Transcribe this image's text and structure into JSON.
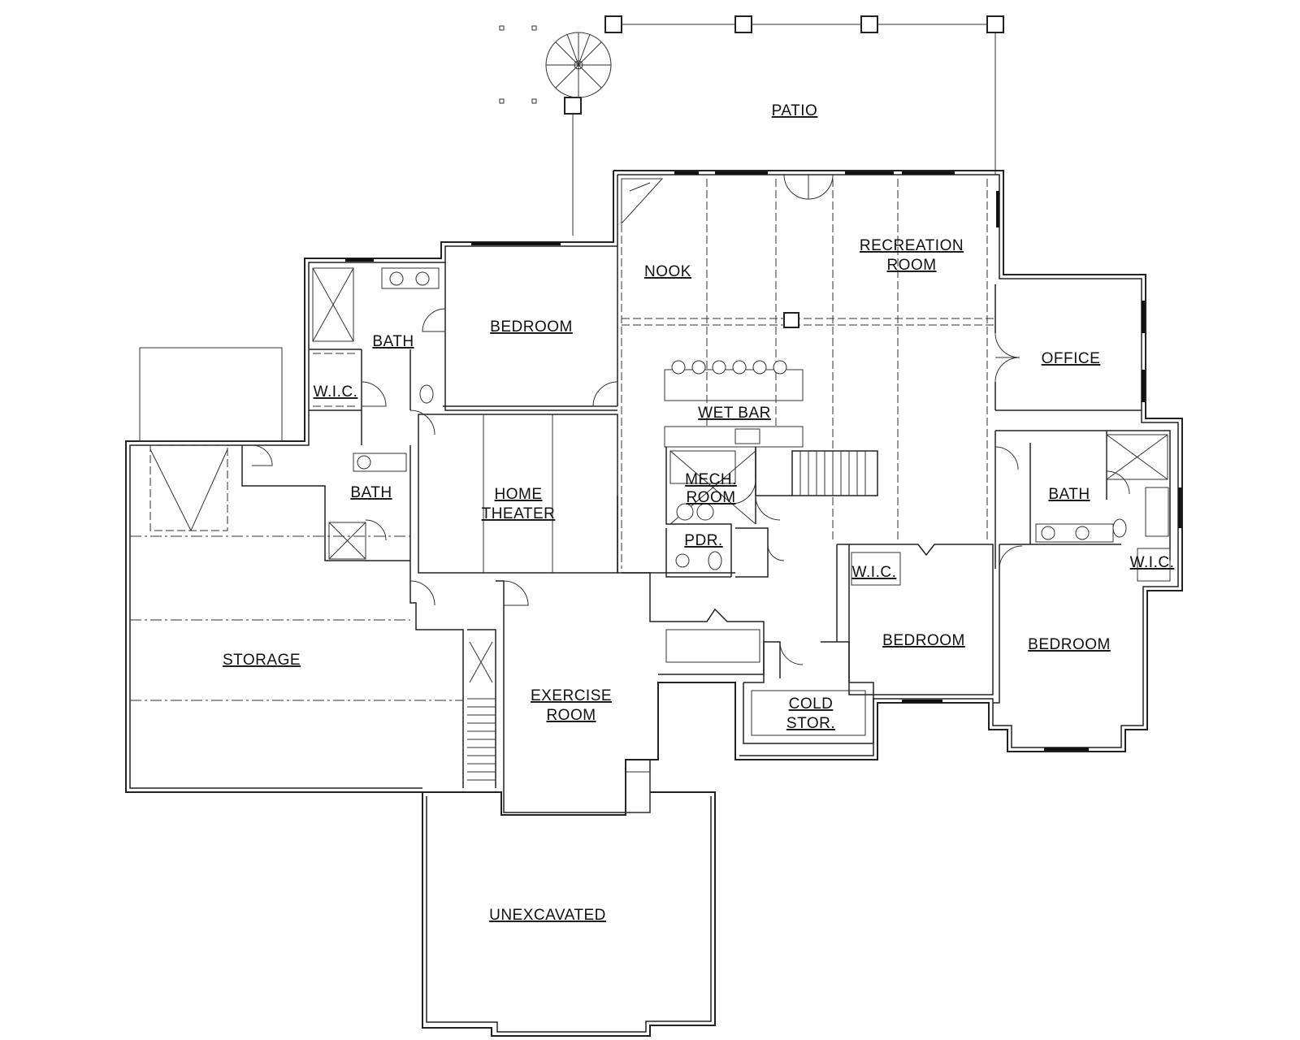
{
  "rooms": {
    "patio": "PATIO",
    "nook": "NOOK",
    "recreation_1": "RECREATION",
    "recreation_2": "ROOM",
    "bedroom_upper_left": "BEDROOM",
    "bath_upper_left": "BATH",
    "wic_left": "W.I.C.",
    "office": "OFFICE",
    "wet_bar": "WET BAR",
    "mech_1": "MECH.",
    "mech_2": "ROOM",
    "pdr": "PDR.",
    "home_theater_1": "HOME",
    "home_theater_2": "THEATER",
    "bath_left": "BATH",
    "bath_right": "BATH",
    "wic_right": "W.I.C.",
    "wic_center": "W.I.C.",
    "bedroom_center": "BEDROOM",
    "bedroom_right": "BEDROOM",
    "storage": "STORAGE",
    "exercise_1": "EXERCISE",
    "exercise_2": "ROOM",
    "cold_1": "COLD",
    "cold_2": "STOR.",
    "unexcavated": "UNEXCAVATED"
  }
}
